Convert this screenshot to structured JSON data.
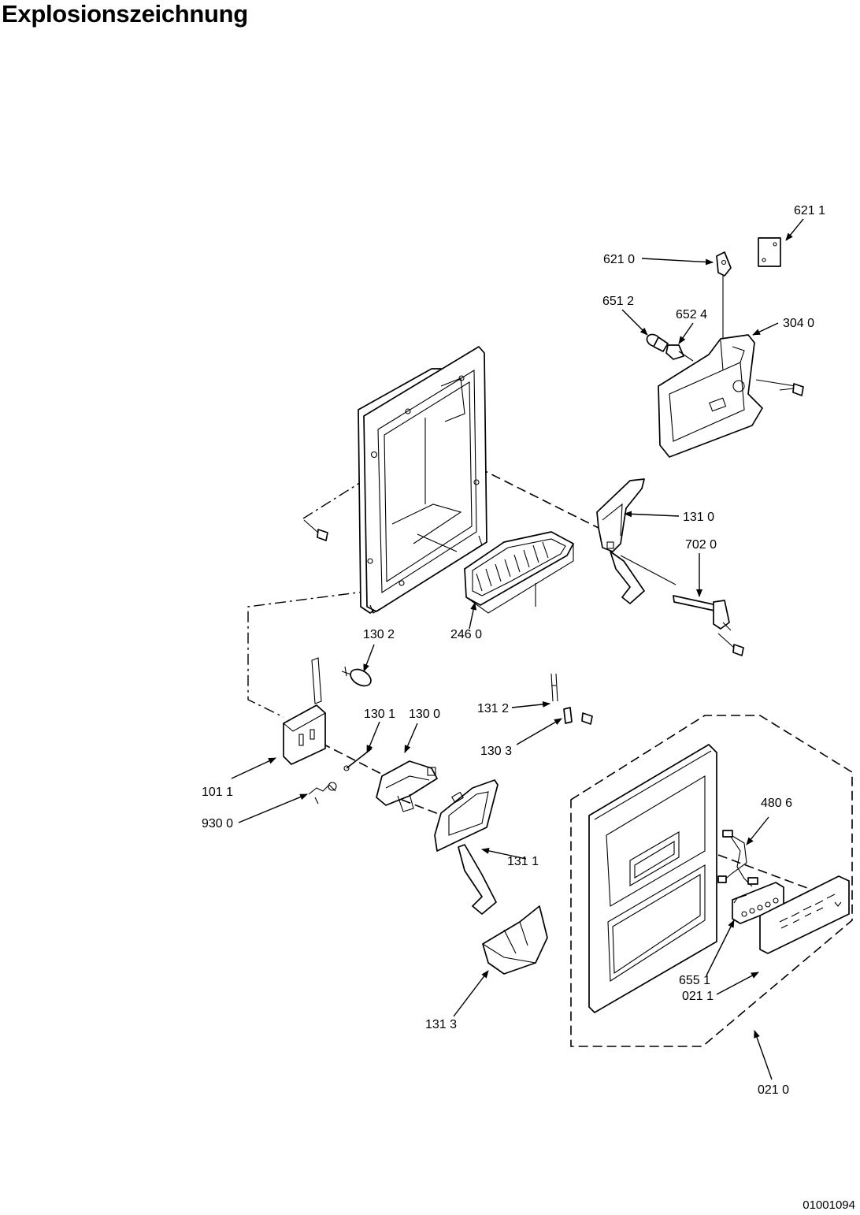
{
  "title": "Explosionszeichnung",
  "drawing_number": "01001094",
  "callouts": {
    "c6211": "621 1",
    "c6210": "621 0",
    "c6512": "651 2",
    "c6524": "652 4",
    "c3040": "304 0",
    "c1310": "131 0",
    "c7020": "702 0",
    "c1302": "130 2",
    "c2460": "246 0",
    "c1312": "131 2",
    "c1303": "130 3",
    "c1301": "130 1",
    "c1300": "130 0",
    "c1011": "101 1",
    "c9300": "930 0",
    "c1311": "131 1",
    "c4806": "480 6",
    "c6551": "655 1",
    "c0211": "021 1",
    "c1313": "131 3",
    "c0210": "021 0"
  }
}
